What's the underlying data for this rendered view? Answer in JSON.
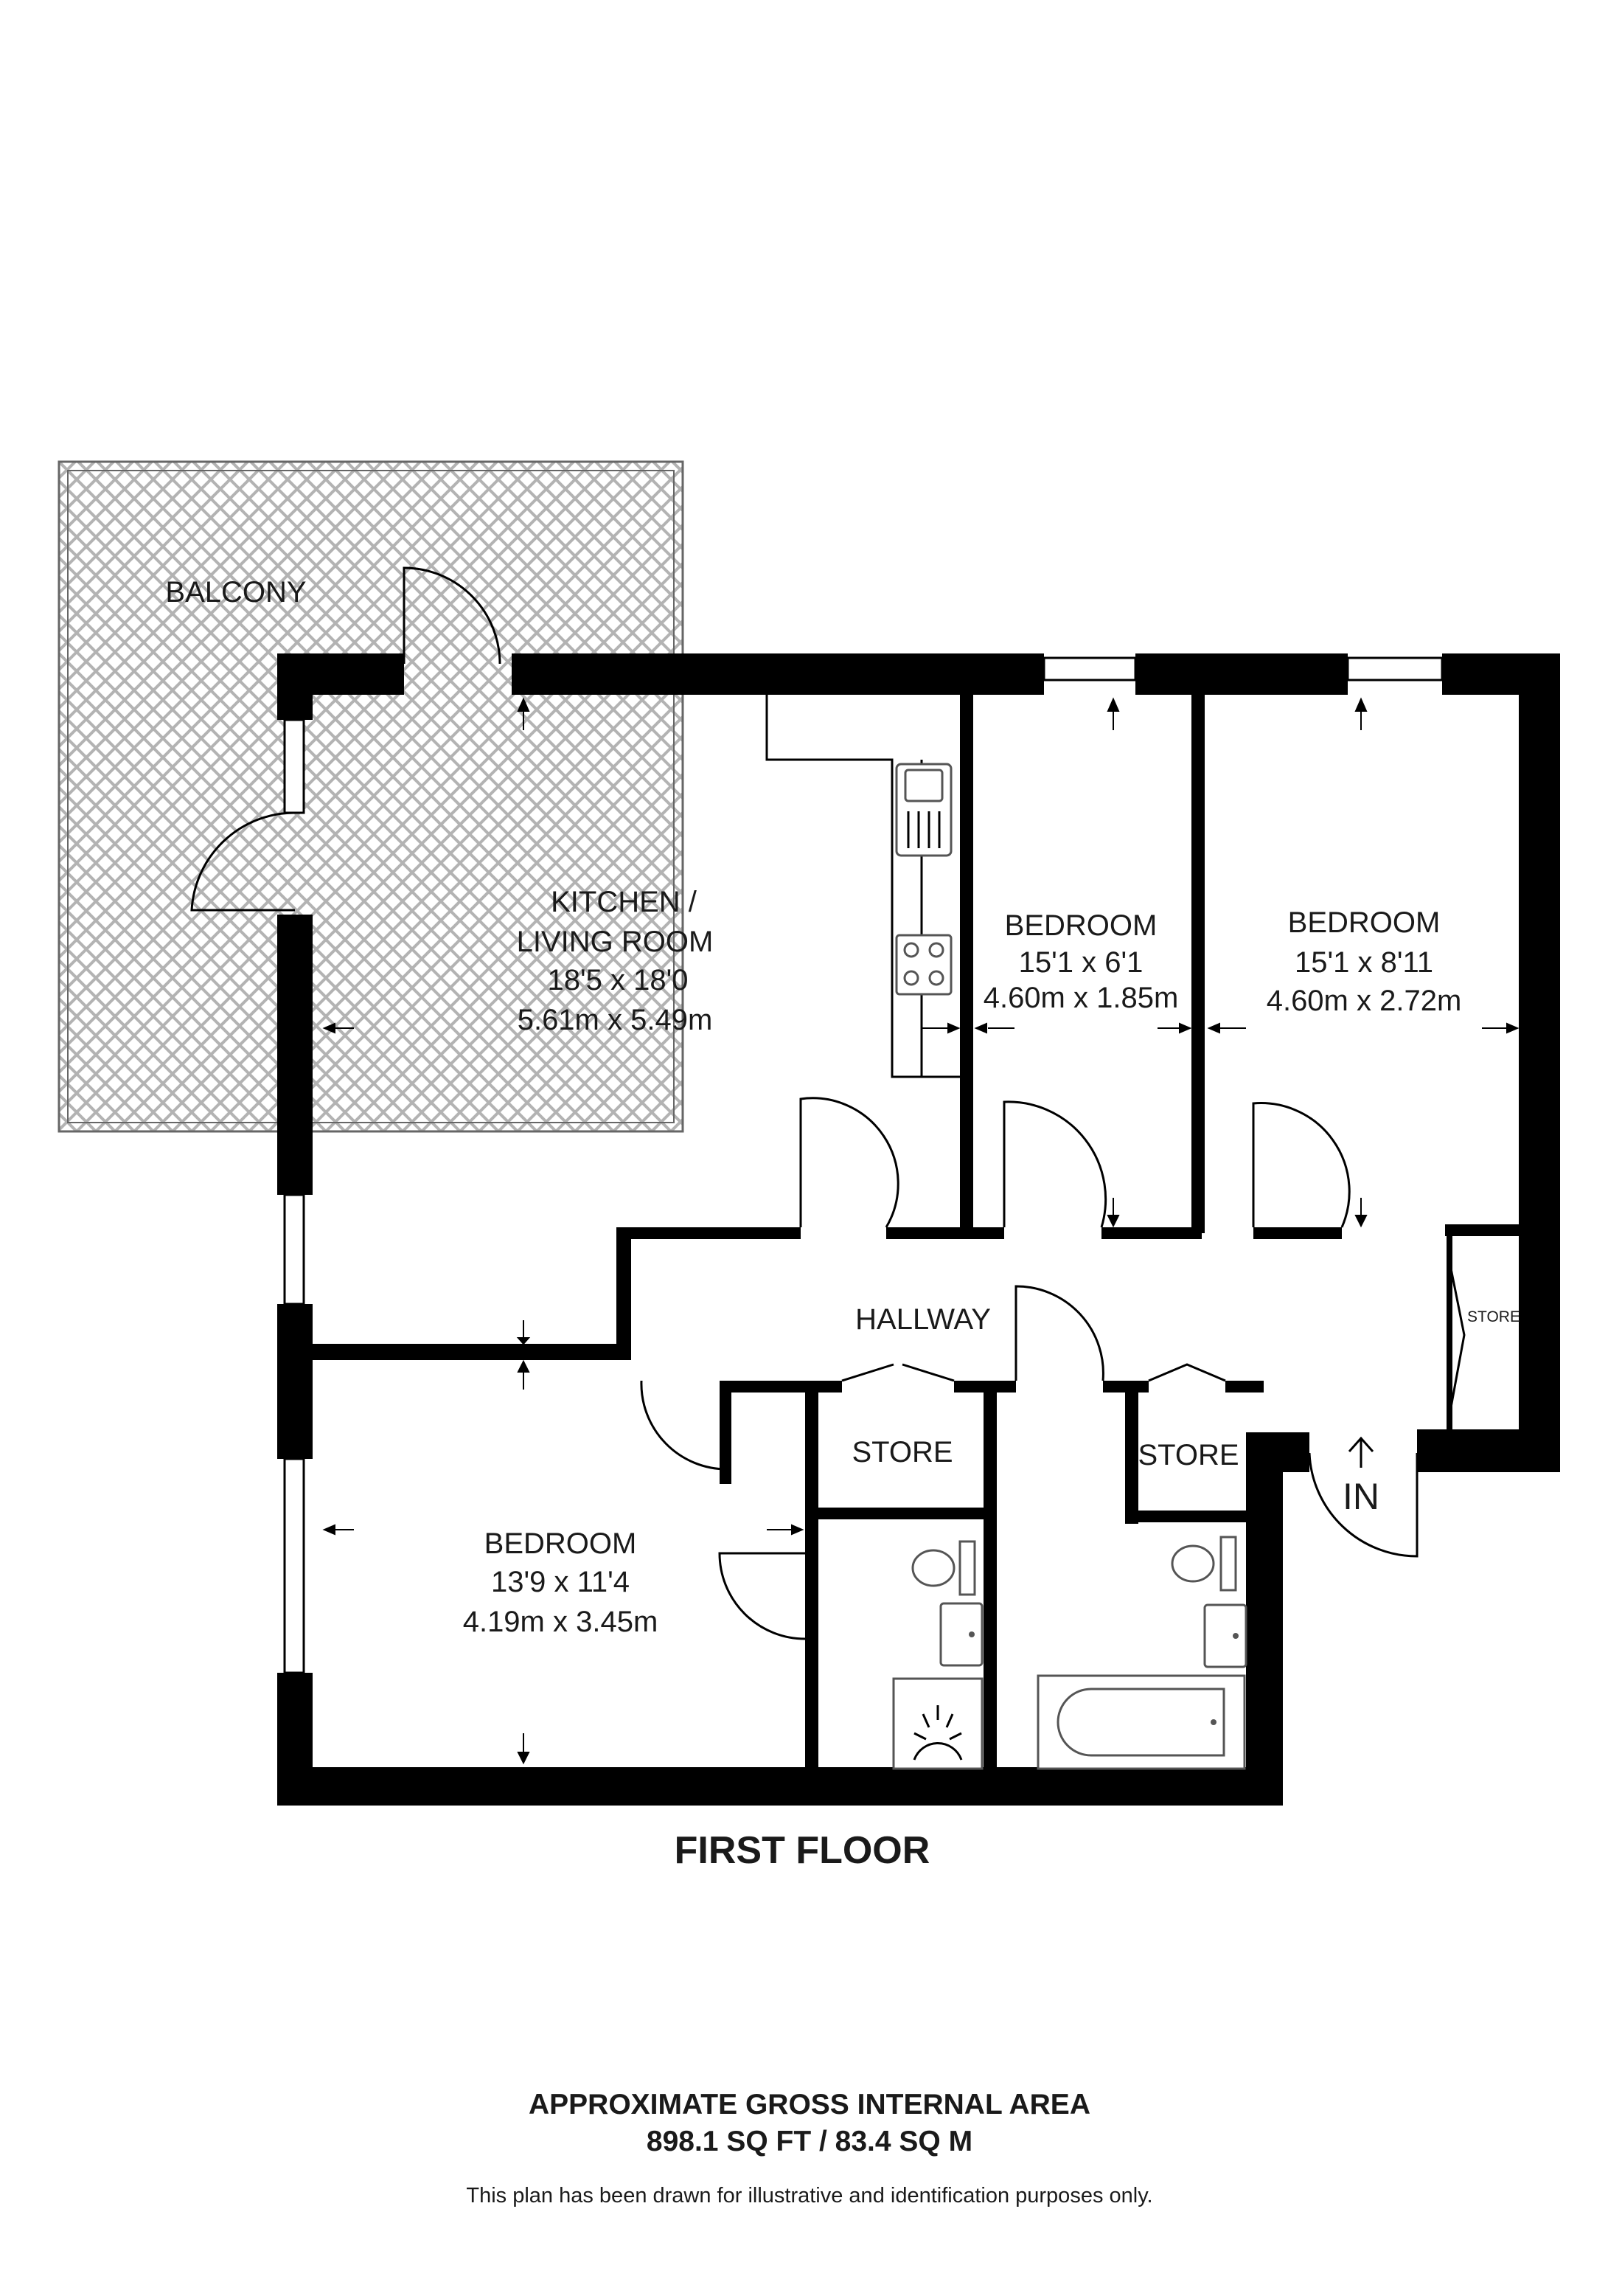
{
  "floor_label": "FIRST FLOOR",
  "rooms": [
    {
      "id": "balcony",
      "name": "BALCONY"
    },
    {
      "id": "kitchen",
      "name_line1": "KITCHEN /",
      "name_line2": "LIVING ROOM",
      "imperial": "18'5 x 18'0",
      "metric": "5.61m x 5.49m"
    },
    {
      "id": "bedroom-small",
      "name": "BEDROOM",
      "imperial": "15'1 x 6'1",
      "metric": "4.60m x 1.85m"
    },
    {
      "id": "bedroom-right",
      "name": "BEDROOM",
      "imperial": "15'1 x 8'11",
      "metric": "4.60m x 2.72m"
    },
    {
      "id": "hallway",
      "name": "HALLWAY"
    },
    {
      "id": "bedroom-bottom",
      "name": "BEDROOM",
      "imperial": "13'9 x 11'4",
      "metric": "4.19m x 3.45m"
    },
    {
      "id": "store-1",
      "name": "STORE"
    },
    {
      "id": "store-2",
      "name": "STORE"
    },
    {
      "id": "store-3",
      "name": "STORE"
    }
  ],
  "entrance_label": "IN",
  "area": {
    "title": "APPROXIMATE GROSS INTERNAL AREA",
    "value": "898.1 SQ FT / 83.4 SQ M"
  },
  "disclaimer": "This plan has been drawn for illustrative and identification purposes only.",
  "colors": {
    "wall": "#000000",
    "balcony_pattern": "#b3b3b3",
    "fixture": "#555555"
  },
  "icons": [
    "sink-icon",
    "hob-icon",
    "toilet-icon",
    "basin-icon",
    "shower-icon",
    "bath-icon",
    "entrance-arrow-icon"
  ]
}
